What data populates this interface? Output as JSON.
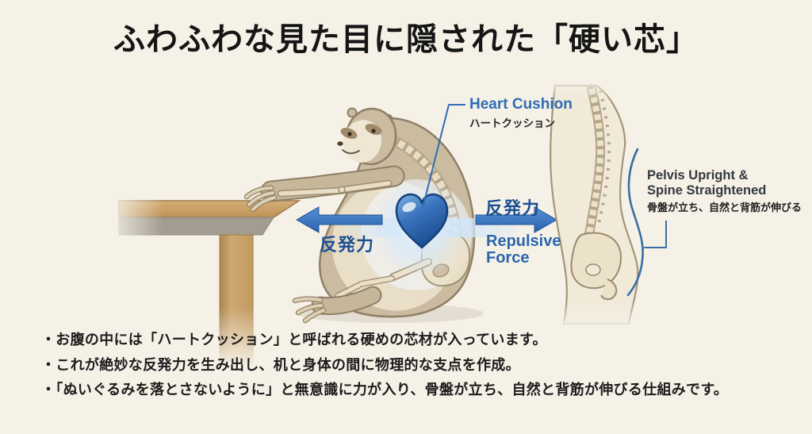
{
  "title": "ふわふわな見た目に隠された「硬い芯」",
  "diagram": {
    "heart_label": {
      "en": "Heart Cushion",
      "ja": "ハートクッション"
    },
    "left_force_label": "反発力",
    "right_force_label_ja": "反発力",
    "right_force_en_line1": "Repulsive",
    "right_force_en_line2": "Force",
    "pelvis_label": {
      "en_line1": "Pelvis Upright &",
      "en_line2": "Spine Straightened",
      "ja": "骨盤が立ち、自然と背筋が伸びる"
    }
  },
  "bullets": [
    "・お腹の中には「ハートクッション」と呼ばれる硬めの芯材が入っています。",
    "・これが絶妙な反発力を生み出し、机と身体の間に物理的な支点を作成。",
    "・「ぬいぐるみを落とさないように」と無意識に力が入り、骨盤が立ち、自然と背筋が伸びる仕組みです。"
  ],
  "colors": {
    "background": "#f5f1e7",
    "accent_blue": "#2f6db4",
    "force_navy": "#1b5094",
    "heart_blue": "#2a62ab",
    "sloth_tan": "#cbbba0",
    "bone_cream": "#ece2ca",
    "wood": "#c9a46c",
    "text_dark": "#1c1c1c"
  }
}
